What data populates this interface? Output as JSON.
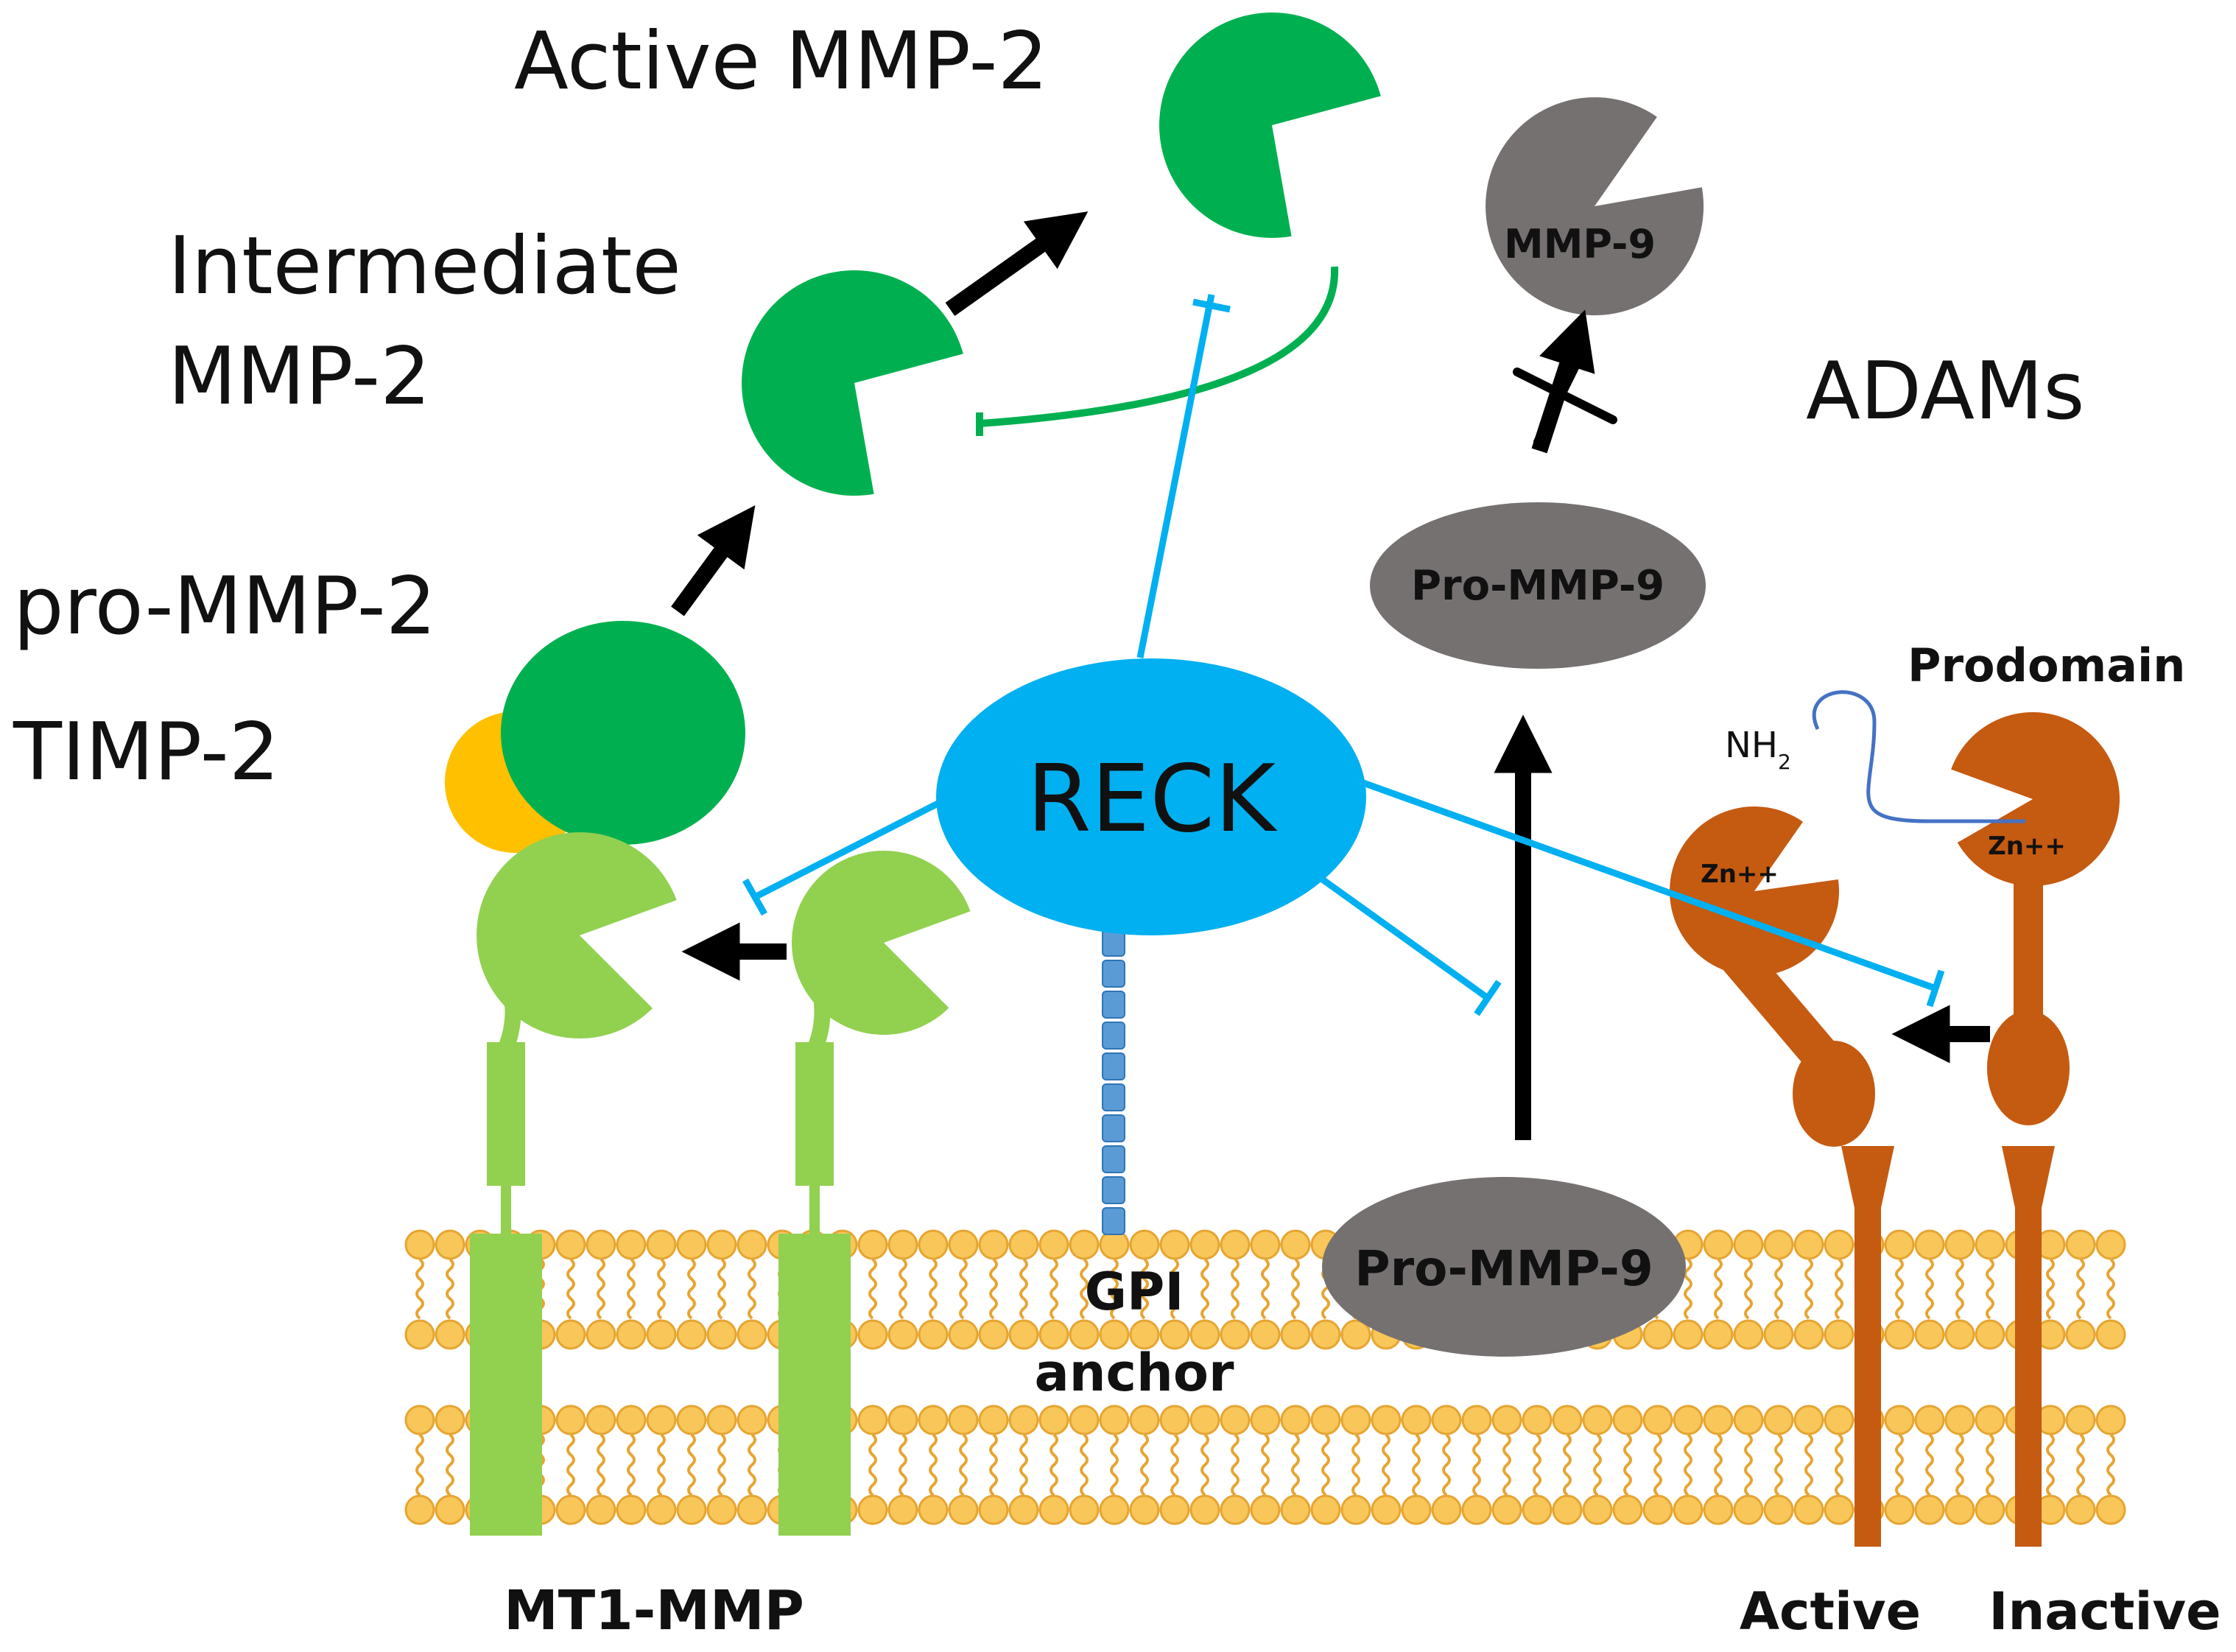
{
  "labels": {
    "active_mmp2": "Active MMP-2",
    "intermediate_line1": "Intermediate",
    "intermediate_line2": "MMP-2",
    "pro_mmp2": "pro-MMP-2",
    "timp2": "TIMP-2",
    "mmp9": "MMP-9",
    "pro_mmp9_upper": "Pro-MMP-9",
    "pro_mmp9_membrane": "Pro-MMP-9",
    "adams": "ADAMs",
    "reck": "RECK",
    "prodomain": "Prodomain",
    "nh2_base": "NH",
    "nh2_sub": "2",
    "zn_active": "Zn++",
    "zn_inactive": "Zn++",
    "gpi_line1": "GPI",
    "gpi_line2": "anchor",
    "mt1mmp": "MT1-MMP",
    "adam_active": "Active",
    "adam_inactive": "Inactive"
  },
  "colors": {
    "mmp2_green": "#00b050",
    "mt1mmp_green": "#92d050",
    "timp2_yellow": "#ffc000",
    "mmp9_grey": "#767171",
    "reck_blue": "#00b0f0",
    "adam_orange": "#c55a11",
    "membrane_orange": "#f9c659",
    "membrane_outline": "#e6a532",
    "gpi_blue": "#5b9bd5",
    "prodomain_line": "#4472c4"
  }
}
